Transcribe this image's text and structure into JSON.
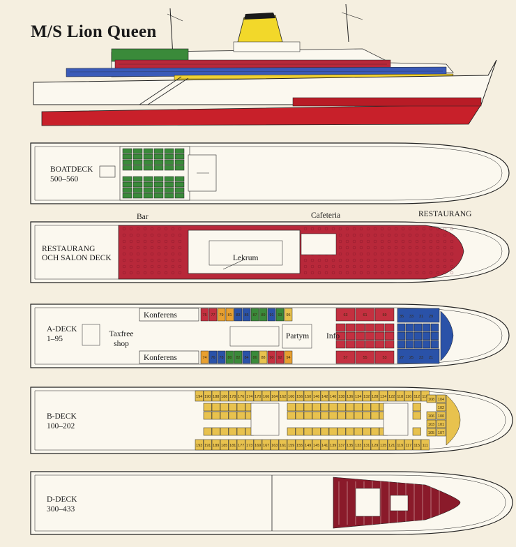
{
  "title": "M/S Lion Queen",
  "colors": {
    "boat": "#3a8a3a",
    "restaurant": "#b8283a",
    "a_deck_red": "#c43040",
    "a_deck_blue": "#2a52a8",
    "b_deck": "#e8c24e",
    "d_deck": "#8a1a2a",
    "hull_red": "#c8202a",
    "funnel_yellow": "#f2d82a",
    "stripe_blue": "#3a5ab8",
    "stripe_yellow": "#f0d030",
    "paper": "#f5efe0"
  },
  "decks": [
    {
      "id": "boat",
      "name": "BOATDECK",
      "range": "500–560"
    },
    {
      "id": "restaurant",
      "name": "RESTAURANG",
      "name2": "OCH SALON DECK",
      "range": "",
      "labels": {
        "bar": "Bar",
        "cafeteria": "Cafeteria",
        "restaurang": "RESTAURANG",
        "lekrum": "Lekrum"
      }
    },
    {
      "id": "a",
      "name": "A-DECK",
      "range": "1–95",
      "labels": {
        "taxfree1": "Taxfree",
        "taxfree2": "shop",
        "konferens_top": "Konferens",
        "konferens_bottom": "Konferens",
        "partym": "Partym",
        "info": "Info"
      },
      "cabins_top": [
        "75",
        "77",
        "79",
        "81",
        "83",
        "85",
        "87",
        "89",
        "91",
        "93",
        "95"
      ],
      "cabins_bottom": [
        "74",
        "76",
        "78",
        "80",
        "82",
        "84",
        "86",
        "88",
        "90",
        "92",
        "94"
      ],
      "cabins_red": [
        "63",
        "61",
        "59",
        "57",
        "55",
        "53"
      ],
      "cabins_blue": [
        "35",
        "33",
        "31",
        "29",
        "27",
        "25",
        "23",
        "21"
      ]
    },
    {
      "id": "b",
      "name": "B-DECK",
      "range": "100–202",
      "cabins_top": [
        "194",
        "190",
        "188",
        "186",
        "178",
        "176",
        "174",
        "170",
        "166",
        "164",
        "162",
        "160",
        "156",
        "150",
        "146",
        "142",
        "140",
        "138",
        "136",
        "134",
        "132",
        "128",
        "124",
        "122",
        "118",
        "116",
        "112",
        "110"
      ],
      "cabins_bottom": [
        "193",
        "191",
        "189",
        "185",
        "181",
        "177",
        "173",
        "169",
        "167",
        "163",
        "161",
        "159",
        "155",
        "149",
        "145",
        "141",
        "139",
        "137",
        "135",
        "133",
        "131",
        "129",
        "125",
        "121",
        "119",
        "117",
        "115",
        "111"
      ],
      "cabins_bow": [
        "108",
        "104",
        "102",
        "100",
        "106",
        "103",
        "101",
        "105",
        "107"
      ]
    },
    {
      "id": "d",
      "name": "D-DECK",
      "range": "300–433"
    }
  ]
}
